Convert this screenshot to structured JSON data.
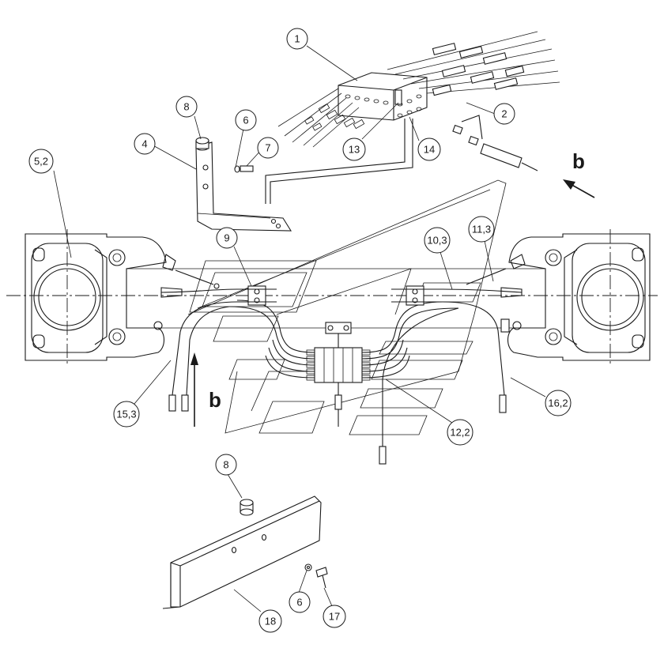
{
  "callouts": {
    "c1": "1",
    "c2": "2",
    "c4": "4",
    "c6a": "6",
    "c6b": "6",
    "c7": "7",
    "c8a": "8",
    "c8b": "8",
    "c9": "9",
    "c10_3": "10,3",
    "c11_3": "11,3",
    "c12_2": "12,2",
    "c13": "13",
    "c14": "14",
    "c15_3": "15,3",
    "c16_2": "16,2",
    "c17": "17",
    "c18": "18",
    "c5_2": "5,2"
  },
  "view_markers": {
    "b_right": "b",
    "b_left": "b"
  }
}
